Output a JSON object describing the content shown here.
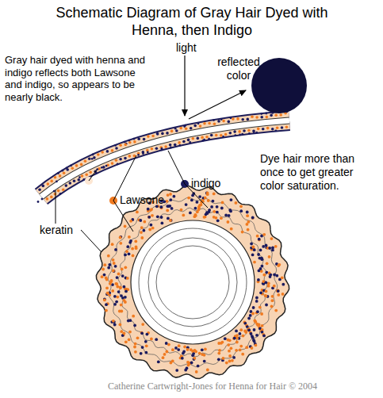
{
  "diagram": {
    "title": "Schematic Diagram of Gray Hair Dyed with Henna, then Indigo",
    "labels": [
      "light",
      "reflected color",
      "Gray hair dyed with henna and indigo reflects both Lawsone and indigo, so appears to be nearly black.",
      "indigo",
      "Lawsone",
      "keratin",
      "Dye hair more than once to get greater color saturation.",
      "Catherine Cartwright-Jones for Henna for Hair © 2004"
    ]
  }
}
